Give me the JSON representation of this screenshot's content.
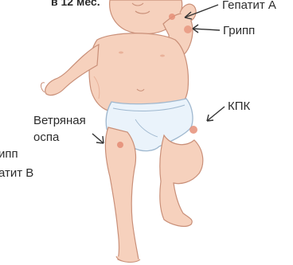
{
  "title": "в 12 мес.",
  "labels": {
    "hepatitis_a": "Гепатит А",
    "flu": "Грипп",
    "mmr": "КПК",
    "chickenpox_line1": "Ветряная",
    "chickenpox_line2": "оспа",
    "left_flu": "ипп",
    "hepatitis_b": "атит В"
  },
  "colors": {
    "skin": "#f6d1bd",
    "skin_shadow": "#e9b29a",
    "outline": "#c98f78",
    "diaper": "#eaf3fb",
    "diaper_outline": "#9fb8cf",
    "injection_site": "#e58f78",
    "arrow": "#333333"
  }
}
